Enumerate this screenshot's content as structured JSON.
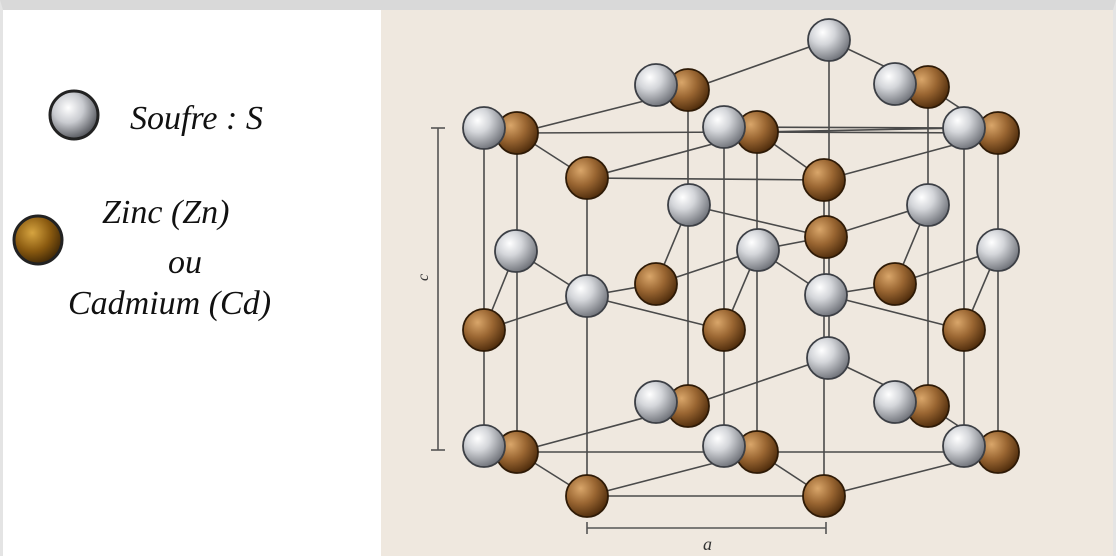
{
  "legend": {
    "sulfur": {
      "label": "Soufre : S",
      "color": "#c9cbd0"
    },
    "metal": {
      "label_line1": "Zinc  (Zn)",
      "label_line2": "ou",
      "label_line3": "Cadmium (Cd)",
      "color": "#8a5a16"
    }
  },
  "diagram": {
    "background": "#efe8df",
    "dimension_c": "c",
    "dimension_a": "a",
    "sulfur_color": "#c9cbd0",
    "metal_color": "#9a6a36"
  }
}
